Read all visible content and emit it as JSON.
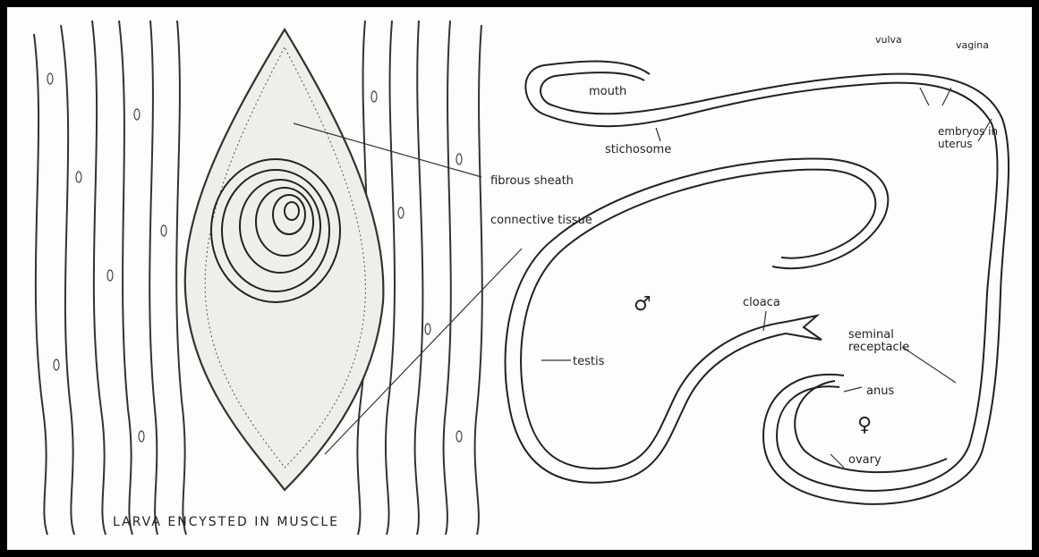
{
  "caption": "LARVA ENCYSTED IN MUSCLE",
  "labels": {
    "fibrous_sheath": "fibrous sheath",
    "connective_tissue": "connective tissue",
    "mouth": "mouth",
    "stichosome": "stichosome",
    "vulva": "vulva",
    "vagina": "vagina",
    "embryos_in_uterus": "embryos in uterus",
    "male_symbol": "♂",
    "cloaca": "cloaca",
    "testis": "testis",
    "seminal_receptacle": "seminal receptacle",
    "anus": "anus",
    "female_symbol": "♀",
    "ovary": "ovary"
  }
}
